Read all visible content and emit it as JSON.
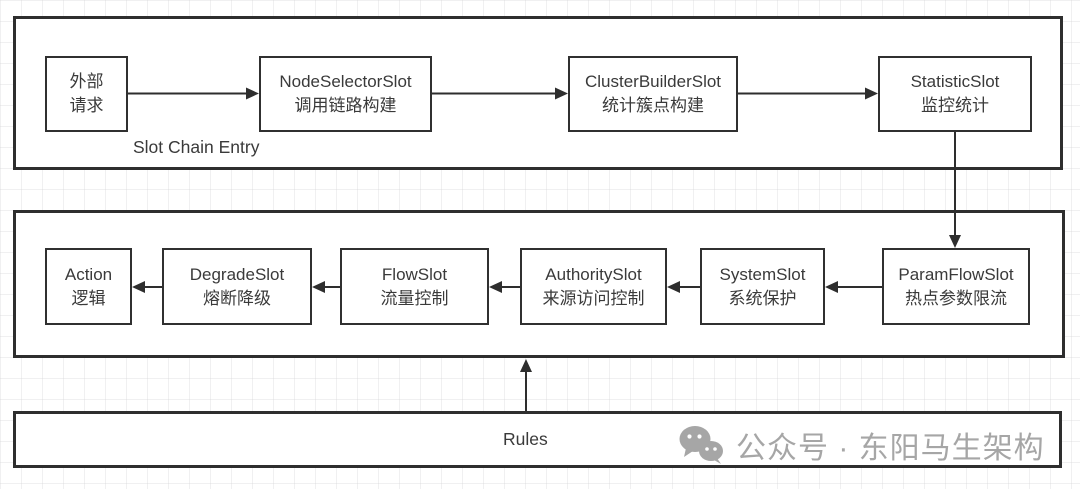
{
  "colors": {
    "line": "#2e2e2e",
    "text": "#3a3a3a",
    "watermark": "#a6a6a6",
    "grid": "#cdcdd0",
    "background": "#ffffff"
  },
  "top_chain": {
    "entry_label": "Slot Chain Entry",
    "nodes": [
      {
        "id": "external-request",
        "line1": "外部",
        "line2": "请求"
      },
      {
        "id": "node-selector-slot",
        "line1": "NodeSelectorSlot",
        "line2": "调用链路构建"
      },
      {
        "id": "cluster-builder-slot",
        "line1": "ClusterBuilderSlot",
        "line2": "统计簇点构建"
      },
      {
        "id": "statistic-slot",
        "line1": "StatisticSlot",
        "line2": "监控统计"
      }
    ]
  },
  "bottom_chain": {
    "nodes": [
      {
        "id": "action",
        "line1": "Action",
        "line2": "逻辑"
      },
      {
        "id": "degrade-slot",
        "line1": "DegradeSlot",
        "line2": "熔断降级"
      },
      {
        "id": "flow-slot",
        "line1": "FlowSlot",
        "line2": "流量控制"
      },
      {
        "id": "authority-slot",
        "line1": "AuthoritySlot",
        "line2": "来源访问控制"
      },
      {
        "id": "system-slot",
        "line1": "SystemSlot",
        "line2": "系统保护"
      },
      {
        "id": "param-flow-slot",
        "line1": "ParamFlowSlot",
        "line2": "热点参数限流"
      }
    ]
  },
  "rules": {
    "label": "Rules"
  },
  "watermark": {
    "icon": "wechat-icon",
    "text": "公众号 · 东阳马生架构"
  }
}
